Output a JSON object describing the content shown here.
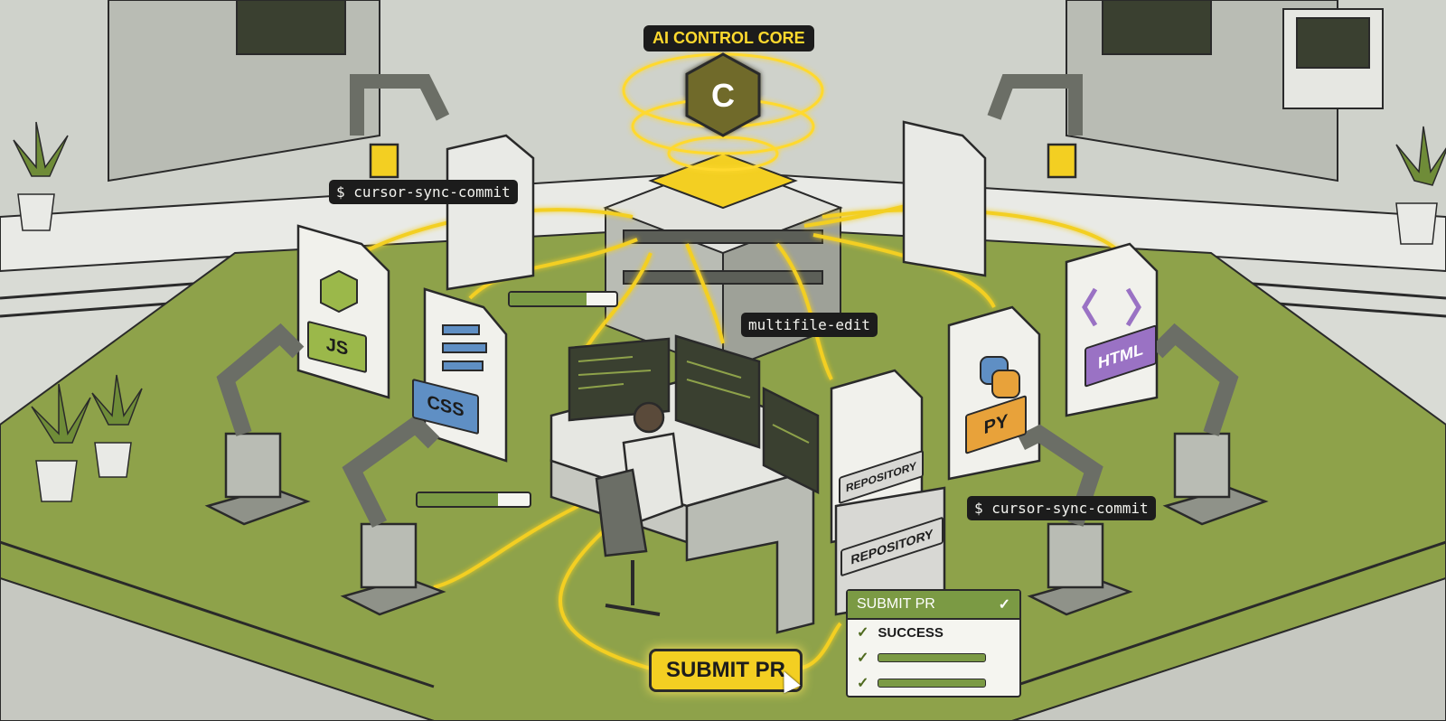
{
  "core": {
    "label": "AI CONTROL CORE",
    "glyph": "C"
  },
  "terminal_labels": {
    "top_left": "$ cursor-sync-commit",
    "center": "multifile-edit",
    "bottom_right": "$ cursor-sync-commit"
  },
  "files": [
    {
      "tag": "JS",
      "color": "#9bb84a"
    },
    {
      "tag": "CSS",
      "color": "#5f8fc4"
    },
    {
      "tag": "HTML",
      "color": "#9a72c4"
    },
    {
      "tag": "PY",
      "color": "#e8a23a"
    },
    {
      "tag": "REPOSITORY",
      "color": "#d8d8d4"
    }
  ],
  "repository_stack_label": "REPOSITORY",
  "progress": {
    "top": 0.72,
    "bottom": 0.72
  },
  "submit_button": {
    "label": "SUBMIT PR"
  },
  "pr_card": {
    "title": "SUBMIT PR",
    "status": "SUCCESS"
  },
  "colors": {
    "accent": "#f3cf22",
    "floor": "#8ea24a",
    "glow": "#ffe45a"
  }
}
